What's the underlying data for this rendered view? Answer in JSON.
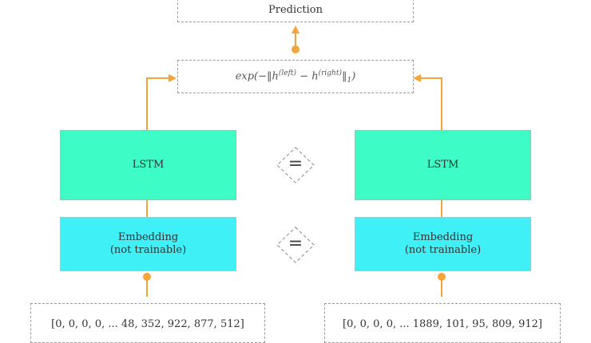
{
  "prediction": {
    "label": "Prediction"
  },
  "distance": {
    "expr_prefix": "exp(−‖h",
    "left_sup": "(left)",
    "minus": " − h",
    "right_sup": "(right)",
    "expr_suffix": "‖",
    "norm_sub": "1",
    "close": ")"
  },
  "left": {
    "lstm_label": "LSTM",
    "embedding_line1": "Embedding",
    "embedding_line2": "(not trainable)",
    "sequence": "[0, 0, 0, 0, ... 48, 352, 922, 877, 512]"
  },
  "right": {
    "lstm_label": "LSTM",
    "embedding_line1": "Embedding",
    "embedding_line2": "(not trainable)",
    "sequence": "[0, 0, 0, 0, ... 1889, 101, 95, 809, 912]"
  },
  "shared_symbol": "=",
  "colors": {
    "arrow": "#f5a33b",
    "lstm": "#3dfcc6",
    "embedding": "#3ff0f6"
  }
}
